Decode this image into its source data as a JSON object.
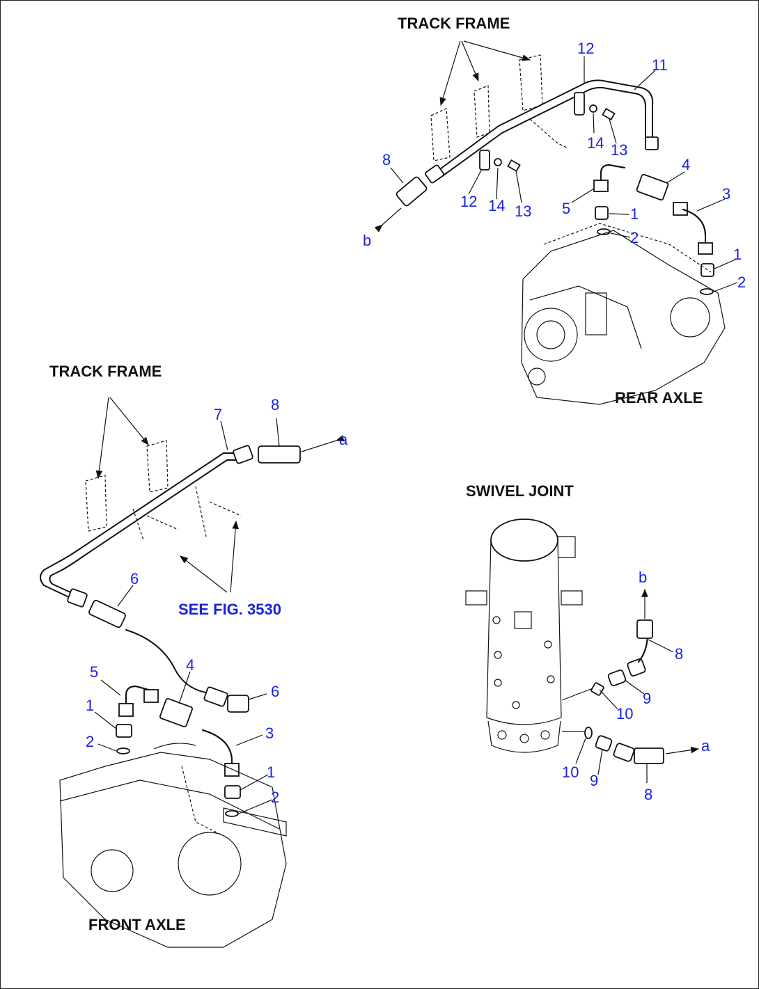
{
  "sections": {
    "track_frame_top": "TRACK FRAME",
    "track_frame_left": "TRACK FRAME",
    "rear_axle": "REAR AXLE",
    "swivel_joint": "SWIVEL JOINT",
    "front_axle": "FRONT AXLE"
  },
  "reference": "SEE FIG. 3530",
  "colors": {
    "callout": "#1a22dd",
    "line": "#111111"
  },
  "callouts": {
    "top": [
      {
        "id": "t12a",
        "text": "12"
      },
      {
        "id": "t11",
        "text": "11"
      },
      {
        "id": "t14a",
        "text": "14"
      },
      {
        "id": "t13a",
        "text": "13"
      },
      {
        "id": "t8",
        "text": "8"
      },
      {
        "id": "t12b",
        "text": "12"
      },
      {
        "id": "t14b",
        "text": "14"
      },
      {
        "id": "t13b",
        "text": "13"
      },
      {
        "id": "t4",
        "text": "4"
      },
      {
        "id": "t3",
        "text": "3"
      },
      {
        "id": "t5",
        "text": "5"
      },
      {
        "id": "t1a",
        "text": "1"
      },
      {
        "id": "t2a",
        "text": "2"
      },
      {
        "id": "t1b",
        "text": "1"
      },
      {
        "id": "t2b",
        "text": "2"
      },
      {
        "id": "tb",
        "text": "b"
      }
    ],
    "left": [
      {
        "id": "l7",
        "text": "7"
      },
      {
        "id": "l8",
        "text": "8"
      },
      {
        "id": "la",
        "text": "a"
      },
      {
        "id": "l6a",
        "text": "6"
      },
      {
        "id": "l4",
        "text": "4"
      },
      {
        "id": "l5",
        "text": "5"
      },
      {
        "id": "l6b",
        "text": "6"
      },
      {
        "id": "l1a",
        "text": "1"
      },
      {
        "id": "l2a",
        "text": "2"
      },
      {
        "id": "l3",
        "text": "3"
      },
      {
        "id": "l1b",
        "text": "1"
      },
      {
        "id": "l2b",
        "text": "2"
      }
    ],
    "swivel": [
      {
        "id": "sb",
        "text": "b"
      },
      {
        "id": "s8a",
        "text": "8"
      },
      {
        "id": "s9a",
        "text": "9"
      },
      {
        "id": "s10a",
        "text": "10"
      },
      {
        "id": "sa",
        "text": "a"
      },
      {
        "id": "s10b",
        "text": "10"
      },
      {
        "id": "s9b",
        "text": "9"
      },
      {
        "id": "s8b",
        "text": "8"
      }
    ]
  }
}
